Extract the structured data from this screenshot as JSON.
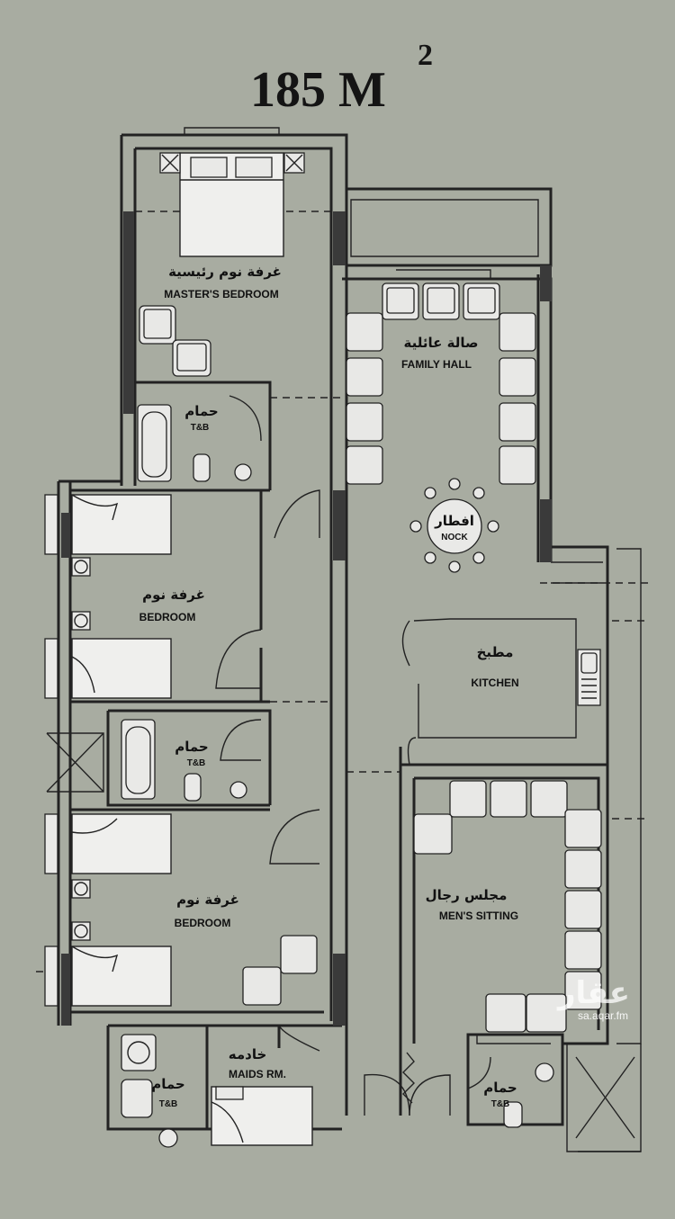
{
  "title": {
    "area": "185 M",
    "superscript": "2"
  },
  "rooms": {
    "master_bedroom": {
      "ar": "غرفة نوم رئيسية",
      "en": "MASTER'S BEDROOM"
    },
    "family_hall": {
      "ar": "صالة عائلية",
      "en": "FAMILY HALL"
    },
    "nook": {
      "ar": "افطار",
      "en": "NOCK"
    },
    "kitchen": {
      "ar": "مطبخ",
      "en": "KITCHEN"
    },
    "bath_1": {
      "ar": "حمام",
      "en": "T&B"
    },
    "bedroom_1": {
      "ar": "غرفة نوم",
      "en": "BEDROOM"
    },
    "bath_2": {
      "ar": "حمام",
      "en": "T&B"
    },
    "bedroom_2": {
      "ar": "غرفة نوم",
      "en": "BEDROOM"
    },
    "mens_sitting": {
      "ar": "مجلس رجال",
      "en": "MEN'S SITTING"
    },
    "maids_room": {
      "ar": "خادمه",
      "en": "MAIDS RM."
    },
    "maids_bath": {
      "ar": "حمام",
      "en": "T&B"
    },
    "guest_bath": {
      "ar": "حمام",
      "en": "T&B"
    }
  },
  "watermark": {
    "brand": "عقار",
    "url": "sa.aqar.fm"
  },
  "colors": {
    "background": "#a8aca1",
    "walls": "#222222",
    "furniture": "#e8e8e6"
  }
}
